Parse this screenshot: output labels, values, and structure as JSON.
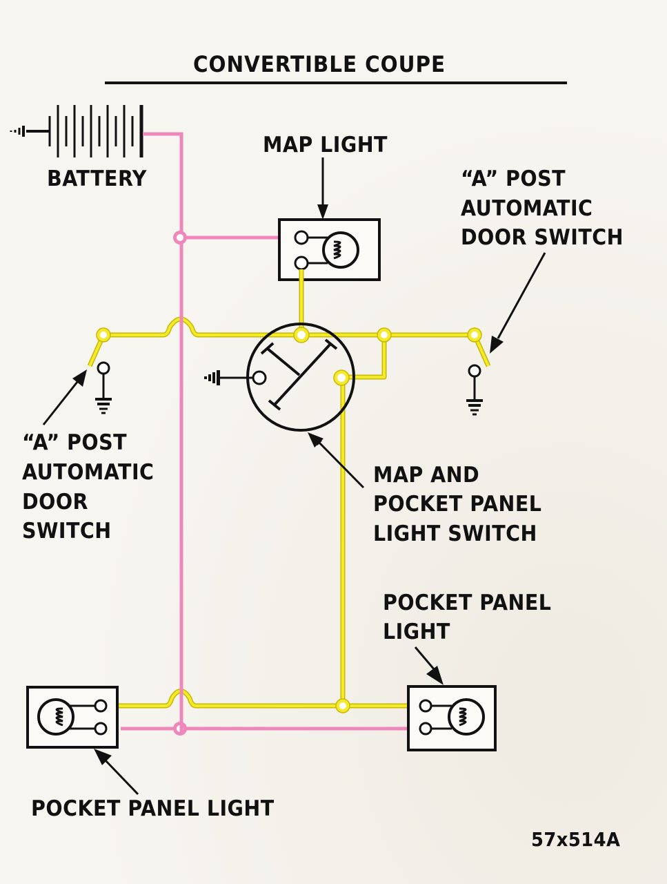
{
  "title": "CONVERTIBLE COUPE",
  "figure_code": "57x514A",
  "colors": {
    "battery_feed_wire": "#ee88bb",
    "switch_circuit_wire": "#f2ea2a",
    "ink": "#111111",
    "paper": "#f7f5f0"
  },
  "labels": {
    "battery": "BATTERY",
    "map_light": "MAP LIGHT",
    "right_door_switch": [
      "“A” POST",
      "AUTOMATIC",
      "DOOR SWITCH"
    ],
    "left_door_switch": [
      "“A” POST",
      "AUTOMATIC",
      "DOOR",
      "SWITCH"
    ],
    "main_switch": [
      "MAP AND",
      "POCKET PANEL",
      "LIGHT SWITCH"
    ],
    "right_pocket_light": [
      "POCKET PANEL",
      "LIGHT"
    ],
    "left_pocket_light": "POCKET PANEL LIGHT"
  },
  "components": [
    {
      "id": "battery",
      "icon": "battery-icon"
    },
    {
      "id": "map_light",
      "icon": "lamp-icon"
    },
    {
      "id": "main_switch",
      "icon": "rotary-switch-icon"
    },
    {
      "id": "left_door_switch",
      "icon": "door-switch-icon"
    },
    {
      "id": "right_door_switch",
      "icon": "door-switch-icon"
    },
    {
      "id": "left_pocket_light",
      "icon": "lamp-icon"
    },
    {
      "id": "right_pocket_light",
      "icon": "lamp-icon"
    },
    {
      "id": "ground",
      "icon": "ground-icon"
    }
  ]
}
